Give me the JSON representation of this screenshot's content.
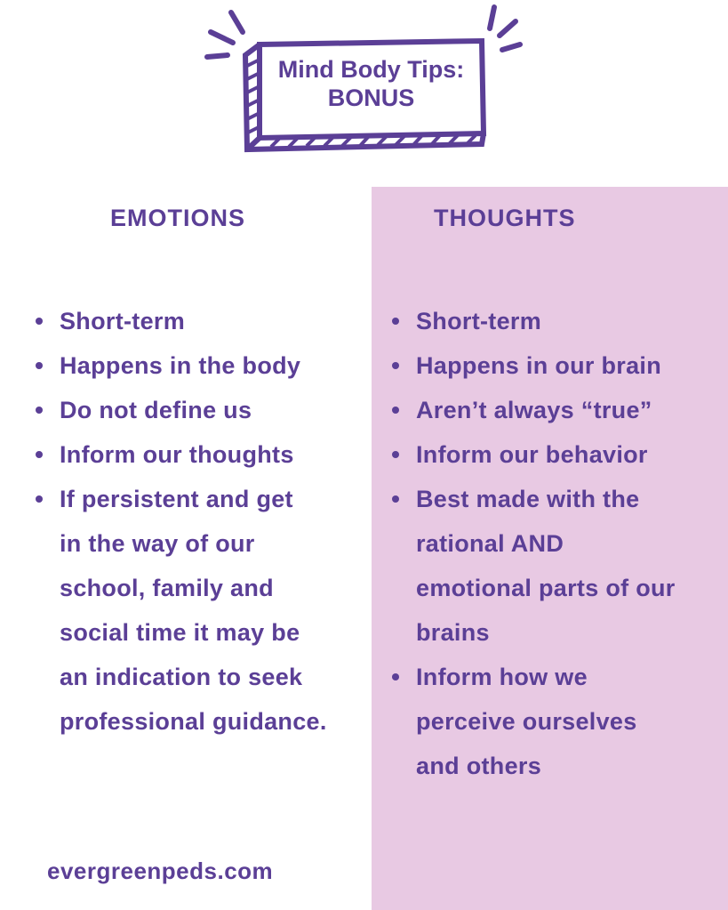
{
  "colors": {
    "accent": "#5b3f96",
    "panel": "#e8c9e3"
  },
  "title": {
    "line1": "Mind Body Tips:",
    "line2": "BONUS"
  },
  "emotions": {
    "heading": "EMOTIONS",
    "items": [
      {
        "lines": [
          "Short-term"
        ]
      },
      {
        "lines": [
          "Happens in the body"
        ]
      },
      {
        "lines": [
          "Do not define us"
        ]
      },
      {
        "lines": [
          "Inform our thoughts"
        ]
      },
      {
        "lines": [
          "If persistent and get",
          "in the way of our",
          "school, family and",
          "social time it may be",
          "an indication to seek",
          "professional guidance."
        ]
      }
    ]
  },
  "thoughts": {
    "heading": "THOUGHTS",
    "items": [
      {
        "lines": [
          "Short-term"
        ]
      },
      {
        "lines": [
          "Happens in our brain"
        ]
      },
      {
        "lines": [
          "Aren’t always “true”"
        ]
      },
      {
        "lines": [
          "Inform our behavior"
        ]
      },
      {
        "lines": [
          "Best made with the",
          "rational AND",
          "emotional parts of our",
          "brains"
        ]
      },
      {
        "lines": [
          "Inform how we",
          "perceive ourselves",
          "and others"
        ]
      }
    ]
  },
  "footer": "evergreenpeds.com"
}
